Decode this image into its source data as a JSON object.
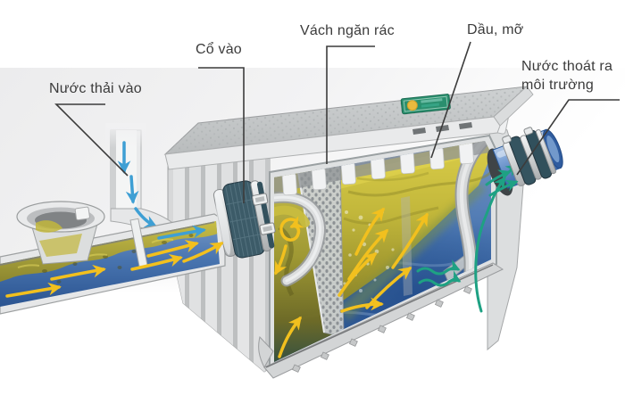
{
  "labels": {
    "inlet_water": "Nước thải vào",
    "inlet_neck": "Cổ vào",
    "trash_baffle": "Vách ngăn rác",
    "grease": "Dầu, mỡ",
    "outlet_line1": "Nước thoát ra",
    "outlet_line2": "môi trường"
  },
  "palette": {
    "label-text": "#3b3b3b",
    "leader-line": "#3c3c3c",
    "arrow-yellow": "#f2c01e",
    "arrow-blue": "#3e9fd4",
    "arrow-teal": "#1ea183",
    "grease-yellow": "#c9bd3f",
    "grease-olive": "#8c8528",
    "water-blue": "#3f6dae",
    "water-deep": "#2a5590",
    "tank-gray": "#d6d7d8",
    "lid-gray": "#c5c8c9",
    "coupling-dark": "#375662",
    "metal-light": "#eceeef",
    "sticker-green": "#2a8f6e",
    "sticker-dot": "#e9ba3e",
    "background-band": "#f0f0f1"
  }
}
